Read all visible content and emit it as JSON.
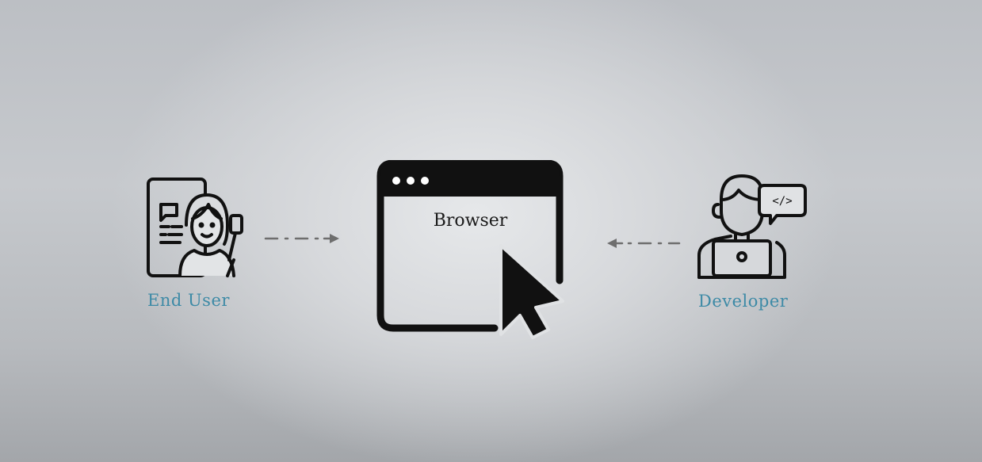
{
  "nodes": {
    "end_user": {
      "label": "End User",
      "icon": "end-user-phone-icon"
    },
    "browser": {
      "label": "Browser",
      "icon": "browser-window-icon"
    },
    "developer": {
      "label": "Developer",
      "icon": "developer-laptop-icon"
    }
  },
  "edges": [
    {
      "from": "end_user",
      "to": "browser",
      "style": "dash-dot"
    },
    {
      "from": "developer",
      "to": "browser",
      "style": "dash-dot"
    }
  ],
  "colors": {
    "label_accent": "#3d8aa6",
    "icon_stroke": "#111111",
    "arrow": "#6e6e6e"
  }
}
